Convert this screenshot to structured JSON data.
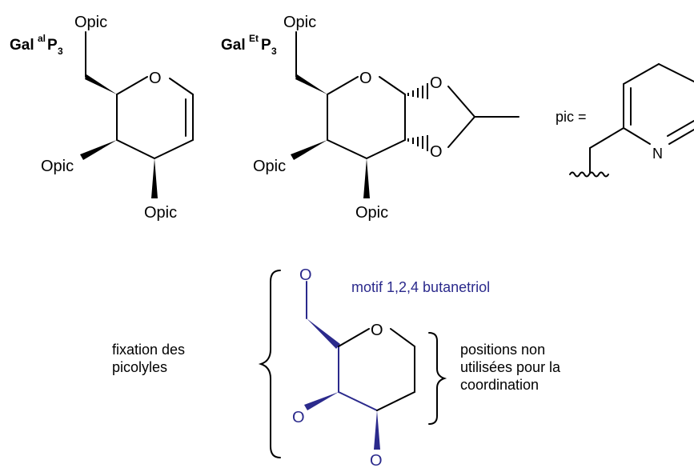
{
  "labels": {
    "galal_base": "Gal",
    "galal_sup": "al",
    "galal_p": "P",
    "galal_sub": "3",
    "galet_base": "Gal",
    "galet_sup": "Et",
    "galet_p": "P",
    "galet_sub": "3",
    "opic": "Opic",
    "o": "O",
    "n": "N",
    "pic_eq": "pic =",
    "motif": "motif 1,2,4 butanetriol",
    "fixation_line1": "fixation des",
    "fixation_line2": "picolyles",
    "positions_line1": "positions non",
    "positions_line2": "utilisées pour la",
    "positions_line3": "coordination"
  },
  "colors": {
    "black": "#000000",
    "highlight": "#2b2a8c"
  }
}
